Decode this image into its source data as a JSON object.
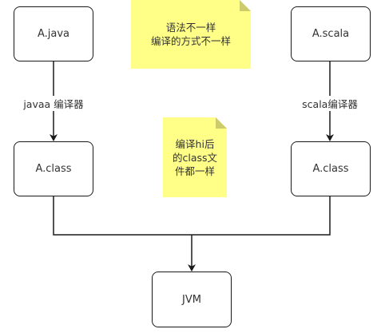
{
  "nodes": {
    "java_source": "A.java",
    "scala_source": "A.scala",
    "java_class": "A.class",
    "scala_class": "A.class",
    "jvm": "JVM"
  },
  "edges": {
    "java_compiler": "javaa 编译器",
    "scala_compiler": "scala编译器"
  },
  "notes": {
    "top": [
      "语法不一样",
      "编译的方式不一样"
    ],
    "middle": [
      "编译hi后",
      "的class文",
      "件都一样"
    ]
  },
  "colors": {
    "note_fill": "#ffff88",
    "note_fold": "#cccc6d",
    "stroke": "#1a1a1a"
  }
}
